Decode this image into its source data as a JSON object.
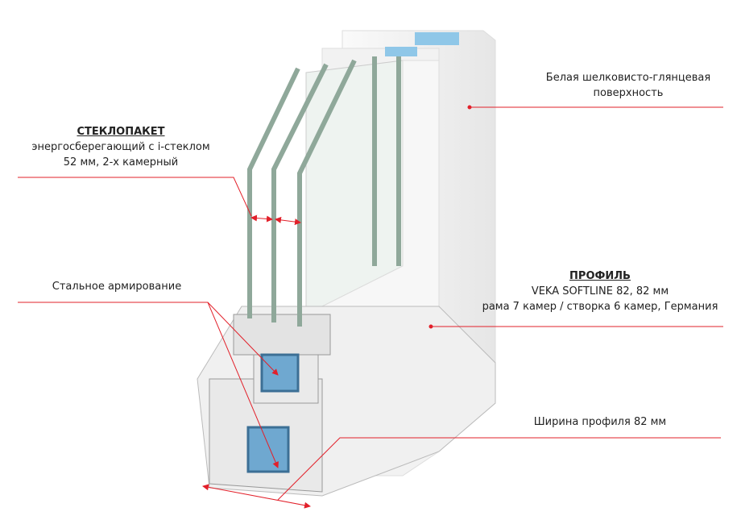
{
  "colors": {
    "annotation_line": "#e2202a",
    "glass": "#8fa89a",
    "frame": "#f4f4f4",
    "reinforcement": "#6fa8d0"
  },
  "annotations": {
    "glass_unit": {
      "title": "СТЕКЛОПАКЕТ",
      "line1": "энергосберегающий с i-стеклом",
      "line2": "52 мм,  2-х камерный"
    },
    "surface": {
      "line1": "Белая шелковисто-глянцевая",
      "line2": "поверхность"
    },
    "profile": {
      "title": "ПРОФИЛЬ",
      "line1": "VEKA SOFTLINE 82, 82 мм",
      "line2": "рама 7 камер / створка 6 камер, Германия"
    },
    "reinforcement": {
      "text": "Стальное армирование"
    },
    "width": {
      "text": "Ширина профиля 82 мм"
    }
  }
}
